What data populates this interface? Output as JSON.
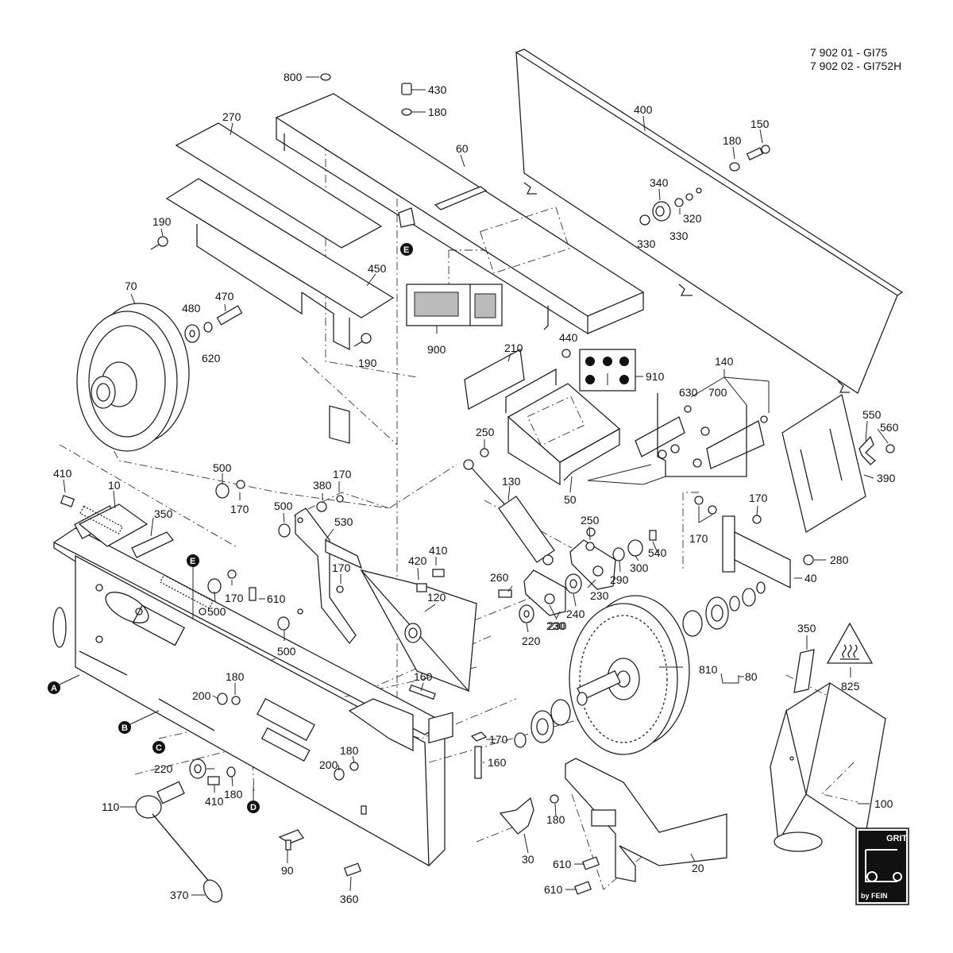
{
  "header": {
    "line1": "7 902 01 - GI75",
    "line2": "7 902 02 - GI752H"
  },
  "callouts": [
    "800",
    "430",
    "180",
    "270",
    "60",
    "400",
    "150",
    "180",
    "340",
    "320",
    "330",
    "330",
    "190",
    "450",
    "70",
    "480",
    "470",
    "620",
    "190",
    "900",
    "210",
    "440",
    "910",
    "140",
    "630",
    "700",
    "550",
    "560",
    "390",
    "250",
    "130",
    "50",
    "410",
    "10",
    "350",
    "500",
    "170",
    "380",
    "170",
    "500",
    "530",
    "500",
    "170",
    "610",
    "170",
    "500",
    "410",
    "420",
    "120",
    "250",
    "540",
    "260",
    "230",
    "290",
    "300",
    "230",
    "240",
    "220",
    "230",
    "170",
    "170",
    "280",
    "40",
    "350",
    "825",
    "810",
    "80",
    "180",
    "200",
    "160",
    "180",
    "200",
    "220",
    "410",
    "180",
    "170",
    "160",
    "110",
    "180",
    "30",
    "610",
    "610",
    "20",
    "100",
    "90",
    "360",
    "370"
  ],
  "reference_letters": [
    "A",
    "B",
    "C",
    "D",
    "E",
    "E"
  ],
  "logo": {
    "top": "GRIT",
    "bottom": "by FEIN"
  },
  "icons": [
    "warning-hot-surface-icon",
    "grit-logo-icon",
    "safety-labels-icon",
    "exploded-view-sticker-icon"
  ]
}
